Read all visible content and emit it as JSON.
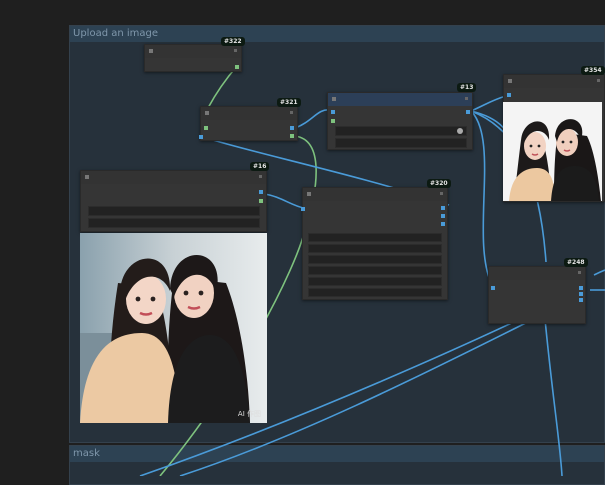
{
  "groups": {
    "upload_title": "Upload an image",
    "mask_title": "mask"
  },
  "nodes": [
    {
      "id": "#322"
    },
    {
      "id": "#321"
    },
    {
      "id": "#13"
    },
    {
      "id": "#354"
    },
    {
      "id": "#16"
    },
    {
      "id": "#320"
    },
    {
      "id": "#248"
    }
  ],
  "watermark": "AI 作图",
  "colors": {
    "wire_blue": "#4a9bd8",
    "wire_green": "#7ec27e",
    "group_bg": "#26313b",
    "node_bg": "#353535"
  }
}
